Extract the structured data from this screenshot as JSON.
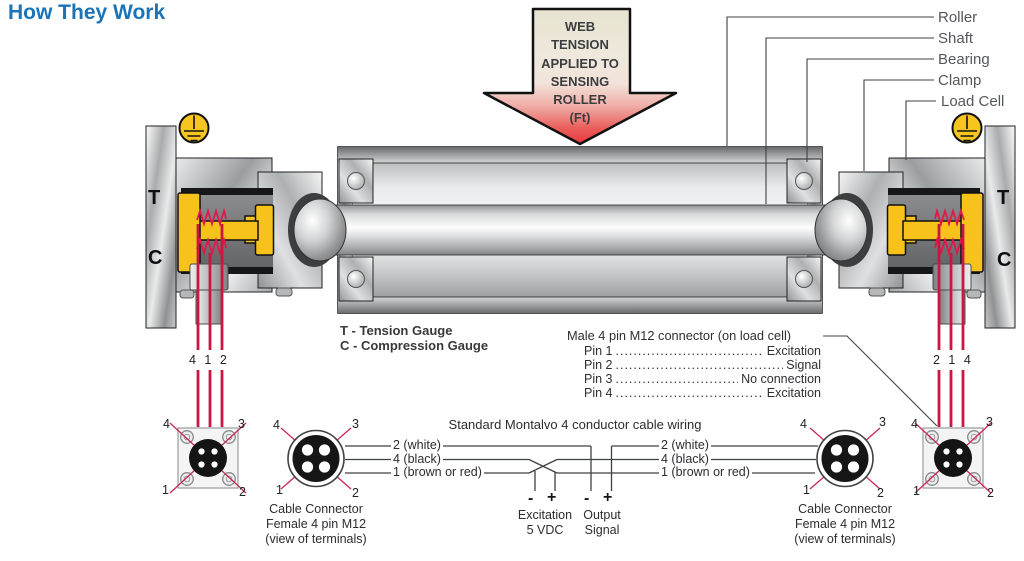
{
  "title": "How They Work",
  "arrow": {
    "line1": "WEB",
    "line2": "TENSION",
    "line3": "APPLIED TO",
    "line4": "SENSING",
    "line5": "ROLLER",
    "line6": "(Ft)"
  },
  "part_labels": {
    "roller": "Roller",
    "shaft": "Shaft",
    "bearing": "Bearing",
    "clamp": "Clamp",
    "load_cell": "Load Cell"
  },
  "gauges": {
    "t": "T",
    "c": "C",
    "tension": "T - Tension Gauge",
    "compression": "C - Compression Gauge"
  },
  "male_connector": {
    "title": "Male 4 pin M12 connector (on load cell)",
    "pin1_label": "Pin 1",
    "pin1_value": "Excitation",
    "pin2_label": "Pin 2",
    "pin2_value": "Signal",
    "pin3_label": "Pin 3",
    "pin3_value": "No connection",
    "pin4_label": "Pin 4",
    "pin4_value": "Excitation"
  },
  "wiring": {
    "title": "Standard Montalvo 4 conductor cable wiring",
    "wire2": "2 (white)",
    "wire4": "4 (black)",
    "wire1": "1 (brown or red)",
    "excitation_minus": "-",
    "excitation_plus": "+",
    "output_minus": "-",
    "output_plus": "+",
    "excitation_label": "Excitation",
    "excitation_value": "5 VDC",
    "output_label": "Output",
    "output_value": "Signal"
  },
  "cable_wires": {
    "left": "4 1 2",
    "right": "2 1 4"
  },
  "connector_pins": {
    "tl": "4",
    "tr": "3",
    "bl": "1",
    "br": "2"
  },
  "female_connector_caption": {
    "line1": "Cable Connector",
    "line2": "Female 4 pin M12",
    "line3": "(view of terminals)"
  },
  "colors": {
    "title_blue": "#1b73b8",
    "wire_red": "#cb1642",
    "load_cell_yellow": "#f6c21b",
    "arrow_red": "#e6383c"
  }
}
